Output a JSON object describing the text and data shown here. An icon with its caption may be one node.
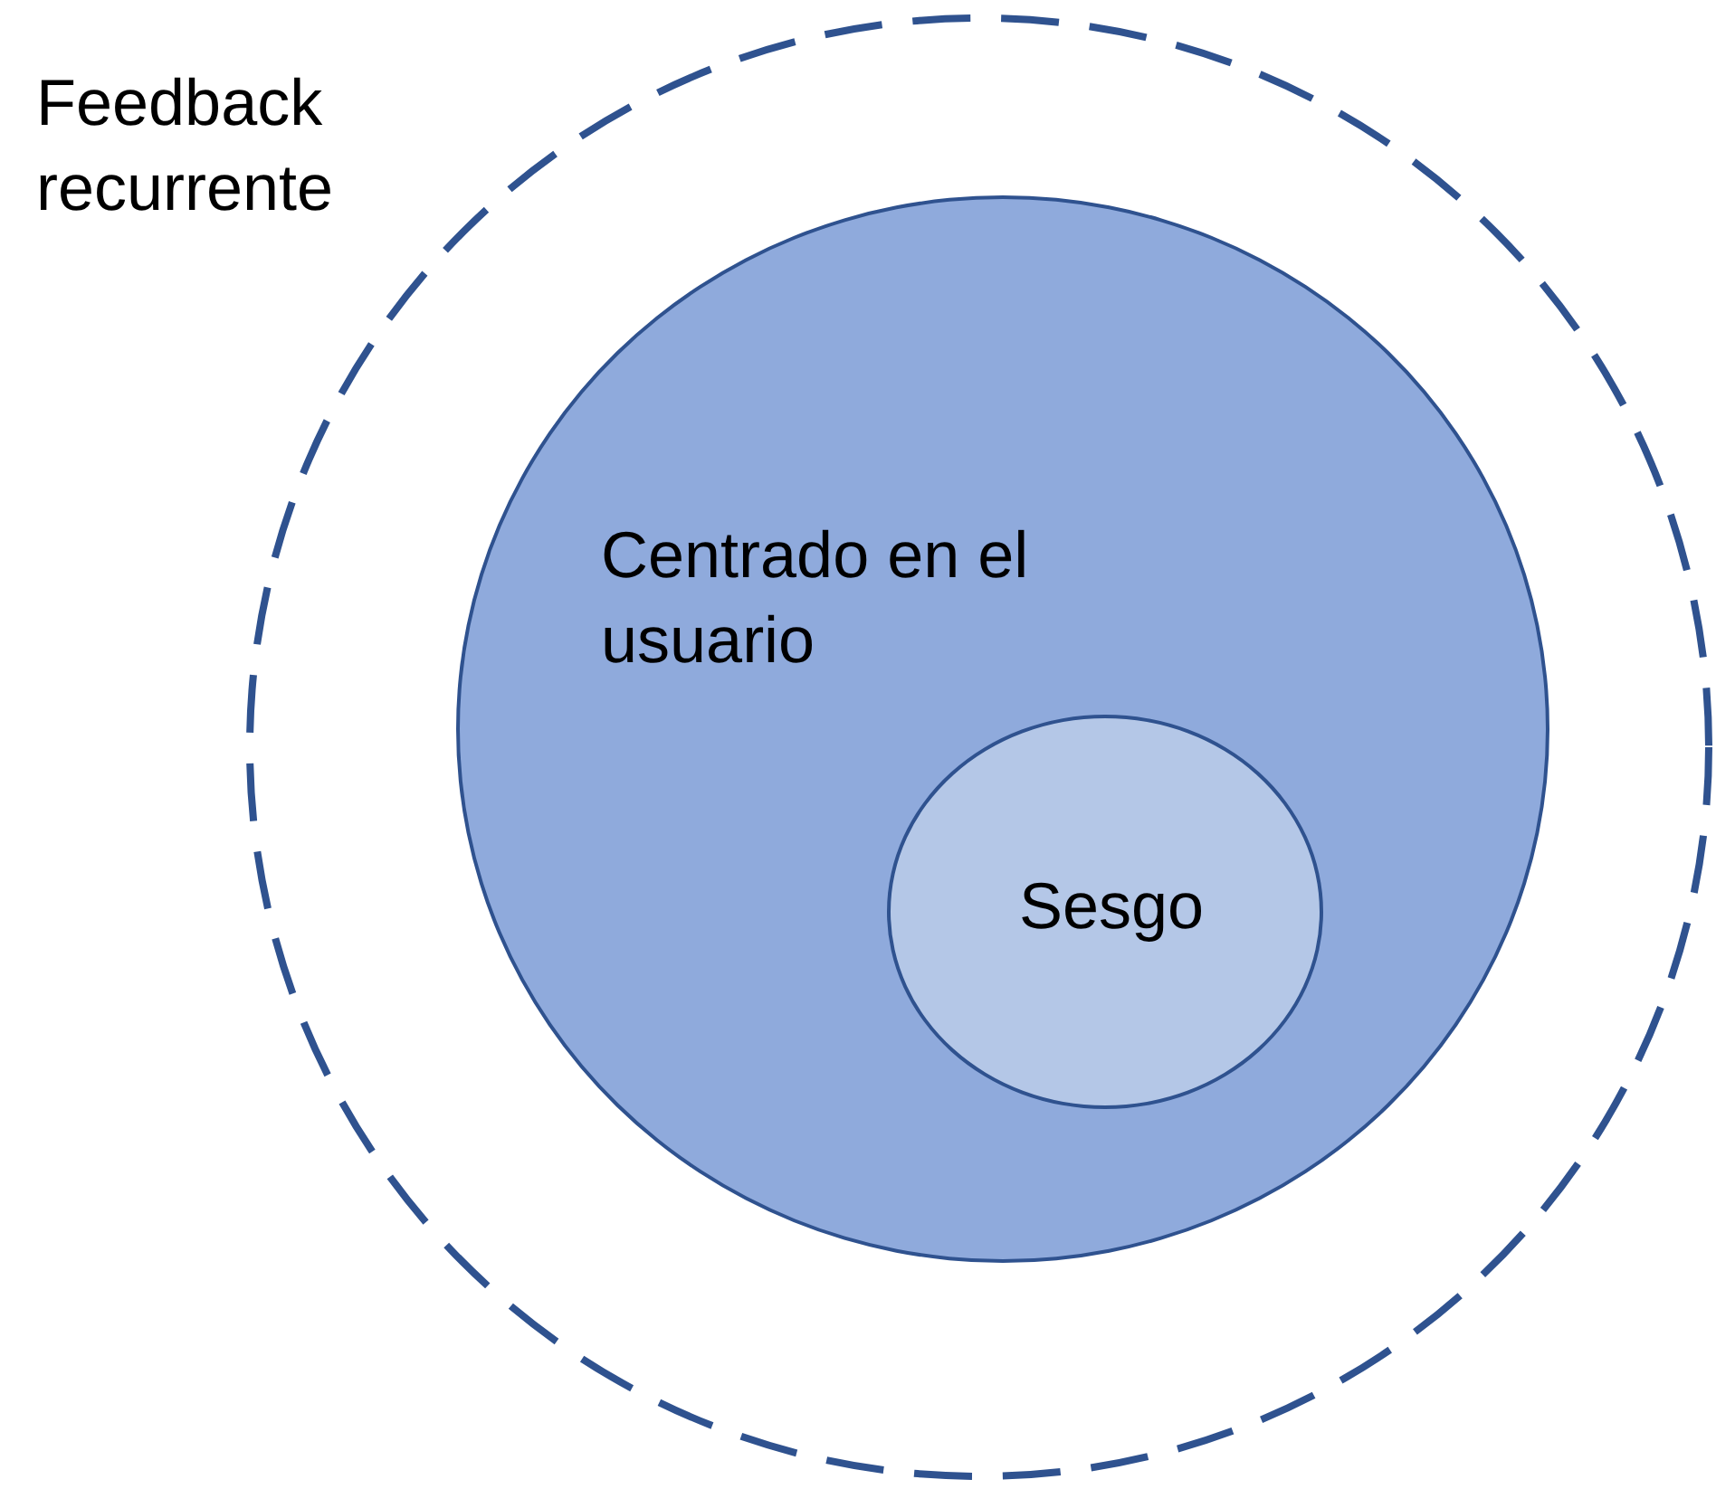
{
  "diagram": {
    "nodes": [
      {
        "text": [
          "Feedback recurrente"
        ]
      },
      {
        "text": [
          "Centrado en el usuario"
        ],
        "in": 0
      },
      {
        "text": [
          "Sesgo"
        ],
        "in": 1
      }
    ]
  }
}
